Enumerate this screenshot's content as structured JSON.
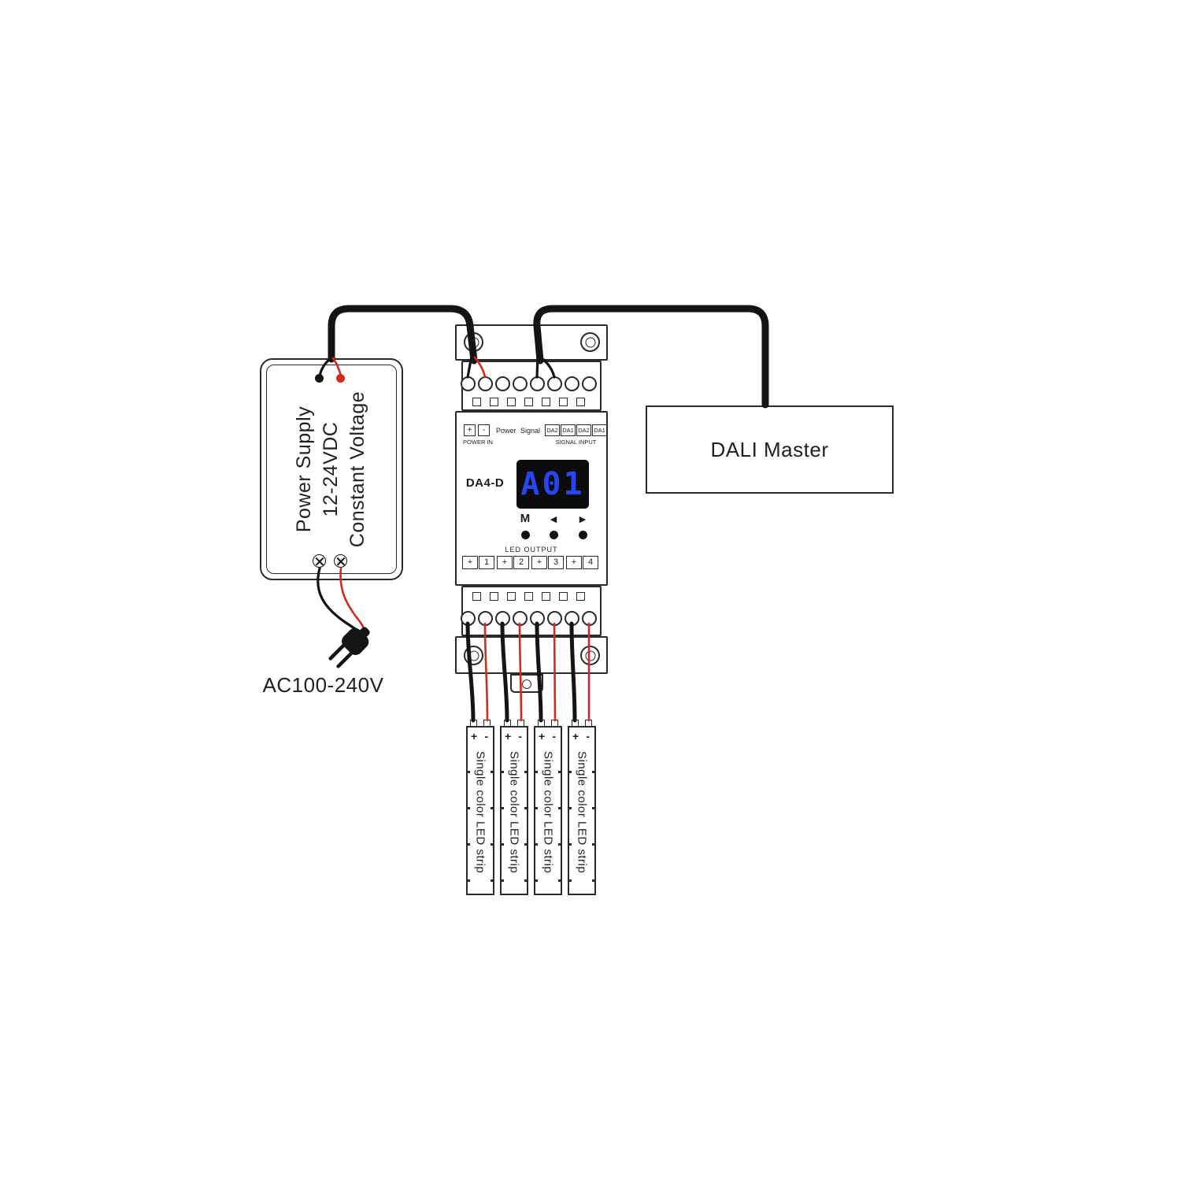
{
  "power_supply": {
    "label_lines": [
      "Power Supply",
      "12-24VDC",
      "Constant Voltage"
    ],
    "ac_label": "AC100-240V"
  },
  "dali_master": {
    "label": "DALI Master"
  },
  "controller": {
    "model": "DA4-D",
    "display_value": "A01",
    "power_terminal_plus": "+",
    "power_terminal_minus": "-",
    "power_label": "Power",
    "signal_label": "Signal",
    "signal_terminals": [
      "DA2",
      "DA1",
      "DA2",
      "DA1"
    ],
    "power_in_label": "POWER IN",
    "signal_input_label": "SIGNAL INPUT",
    "buttons": {
      "menu": "M",
      "left": "◀",
      "right": "▶"
    },
    "led_output_label": "LED OUTPUT",
    "output_terminals": [
      "+",
      "1",
      "+",
      "2",
      "+",
      "3",
      "+",
      "4"
    ]
  },
  "led_strips": {
    "count": 4,
    "label": "Single color LED strip",
    "plus": "+",
    "minus": "-"
  },
  "colors": {
    "wire_black": "#141414",
    "wire_red": "#d42a1e",
    "display_blue": "#2746f0",
    "outline": "#2a2a2a"
  }
}
